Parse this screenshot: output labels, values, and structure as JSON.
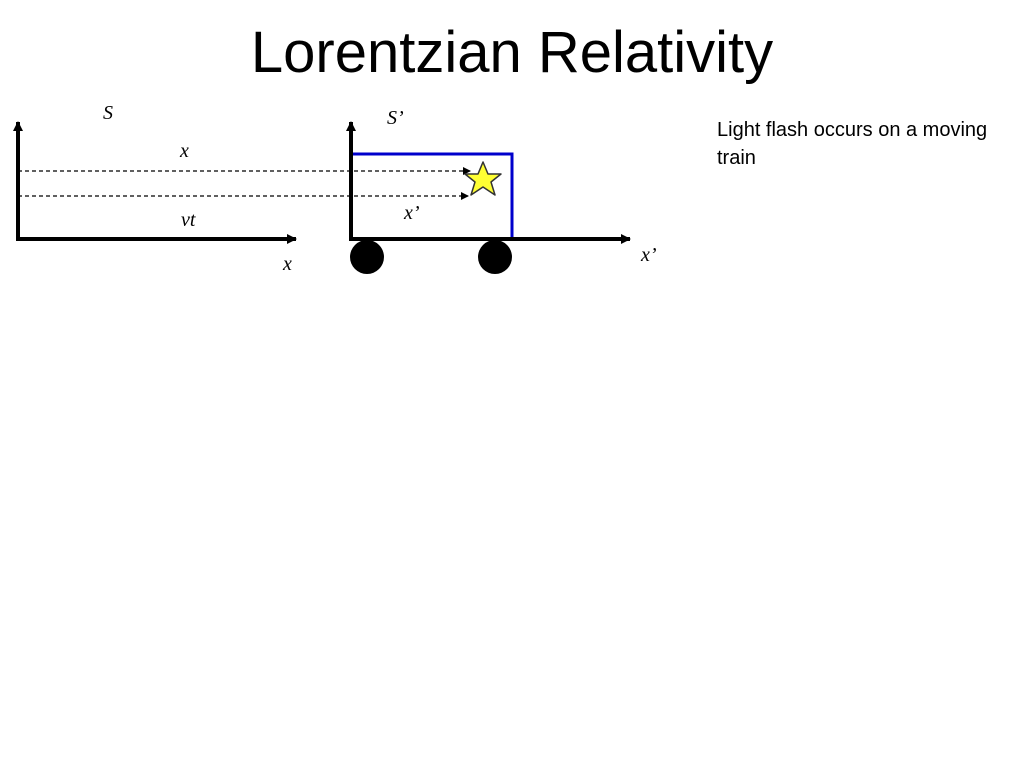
{
  "title": "Lorentzian Relativity",
  "caption": "Light flash occurs on a moving train",
  "frame_s": {
    "frame_label": "S",
    "axis_label": "x",
    "distance_label_x": "x",
    "distance_label_vt": "vt"
  },
  "frame_s_prime": {
    "frame_label": "S’",
    "axis_label": "x’",
    "distance_label": "x’"
  },
  "colors": {
    "axes": "#000000",
    "train_car": "#0000cc",
    "star_fill": "#ffff33",
    "star_stroke": "#333333",
    "wheels": "#000000"
  },
  "icons": {
    "light_flash": "star-icon",
    "wheel": "wheel-icon"
  }
}
